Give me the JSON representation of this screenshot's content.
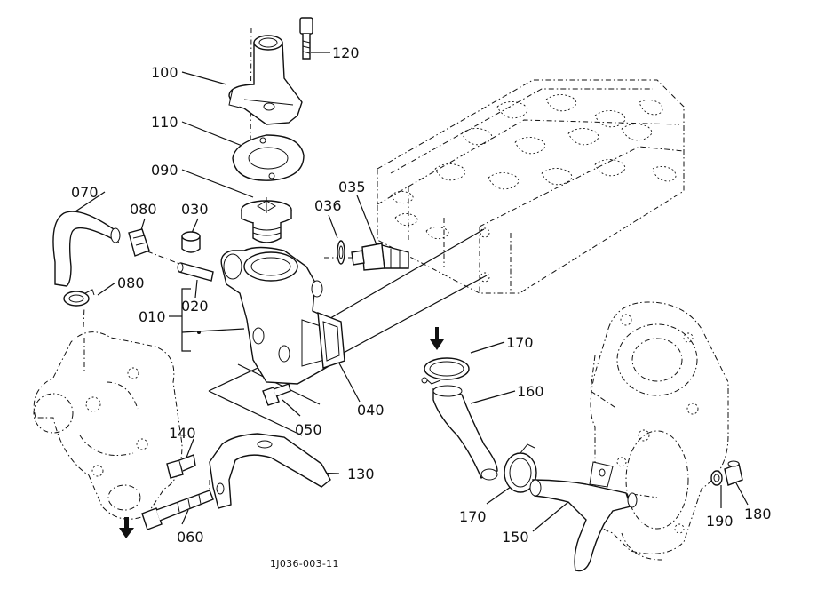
{
  "labels": {
    "l020": "020",
    "l030": "030",
    "l035": "035",
    "l036": "036",
    "l040": "040",
    "l050": "050",
    "l060": "060",
    "l070": "070",
    "l080a": "080",
    "l080b": "080",
    "l090": "090",
    "l100": "100",
    "l110": "110",
    "l120": "120",
    "l130": "130",
    "l140": "140",
    "l150": "150",
    "l160": "160",
    "l170a": "170",
    "l170b": "170",
    "l180": "180",
    "l190": "190",
    "l010": "010"
  },
  "figure_code": "1J036-003-11",
  "colors": {
    "ink": "#111111",
    "paper": "#ffffff"
  }
}
